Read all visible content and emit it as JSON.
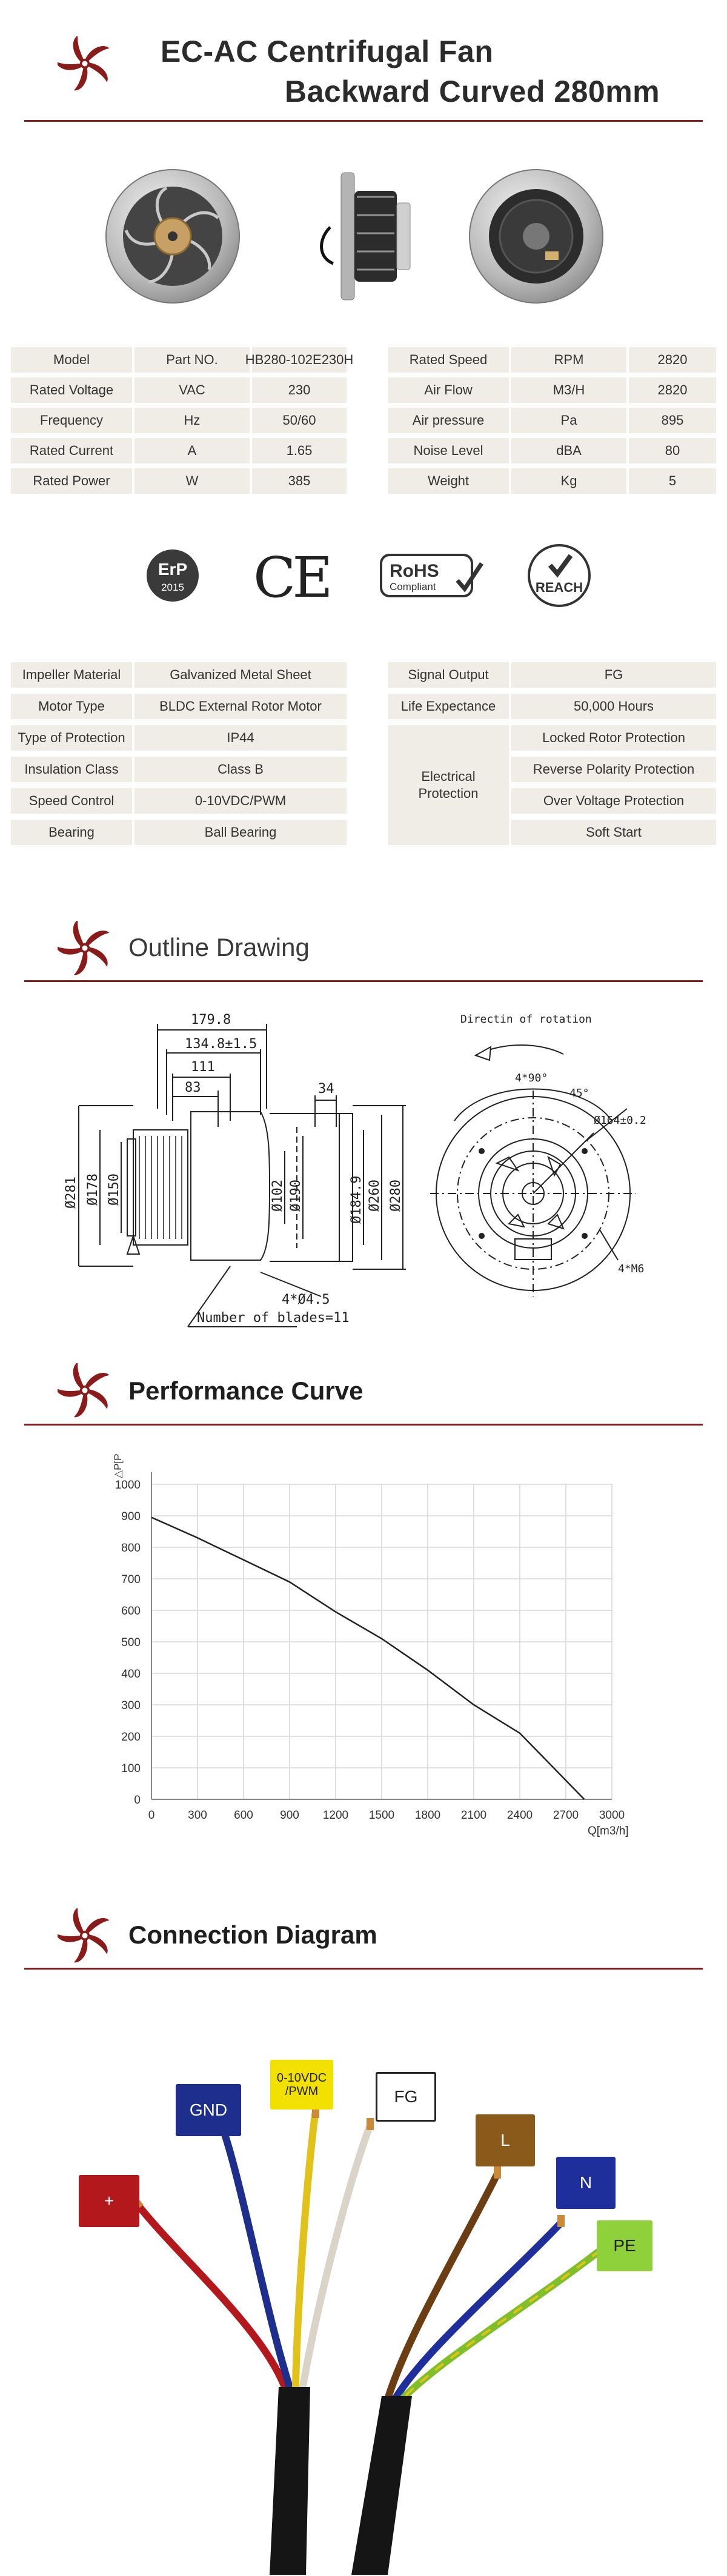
{
  "header": {
    "title_line1": "EC-AC Centrifugal Fan",
    "title_line2": "Backward Curved 280mm"
  },
  "spec_table_1": {
    "left": [
      [
        "Model",
        "Part NO.",
        "HB280-102E230H"
      ],
      [
        "Rated Voltage",
        "VAC",
        "230"
      ],
      [
        "Frequency",
        "Hz",
        "50/60"
      ],
      [
        "Rated Current",
        "A",
        "1.65"
      ],
      [
        "Rated Power",
        "W",
        "385"
      ]
    ],
    "right": [
      [
        "Rated Speed",
        "RPM",
        "2820"
      ],
      [
        "Air Flow",
        "M3/H",
        "2820"
      ],
      [
        "Air pressure",
        "Pa",
        "895"
      ],
      [
        "Noise Level",
        "dBA",
        "80"
      ],
      [
        "Weight",
        "Kg",
        "5"
      ]
    ]
  },
  "certifications": {
    "erp": "ErP",
    "erp_year": "2015",
    "ce": "CE",
    "rohs": "RoHS",
    "rohs_sub": "Compliant",
    "reach": "REACH"
  },
  "spec_table_2": {
    "left": [
      [
        "Impeller Material",
        "Galvanized Metal Sheet"
      ],
      [
        "Motor Type",
        "BLDC External Rotor Motor"
      ],
      [
        "Type of Protection",
        "IP44"
      ],
      [
        "Insulation Class",
        "Class B"
      ],
      [
        "Speed Control",
        "0-10VDC/PWM"
      ],
      [
        "Bearing",
        "Ball Bearing"
      ]
    ],
    "right_top": [
      [
        "Signal Output",
        "FG"
      ],
      [
        "Life Expectance",
        "50,000 Hours"
      ]
    ],
    "electrical_label": "Electrical Protection",
    "electrical_items": [
      "Locked Rotor Protection",
      "Reverse Polarity Protection",
      "Over Voltage Protection",
      "Soft Start"
    ]
  },
  "outline": {
    "section_title": "Outline Drawing",
    "dims": {
      "d179": "179.8",
      "d134": "134.8±1.5",
      "d111": "111",
      "d83": "83",
      "d34": "34",
      "d281": "Ø281",
      "d178": "Ø178",
      "d150": "Ø150",
      "d102": "Ø102",
      "d190": "Ø190",
      "d184": "Ø184.9",
      "d260": "Ø260",
      "d280": "Ø280",
      "holes": "4*Ø4.5",
      "blades": "Number of blades=11",
      "rotation": "Directin of rotation",
      "angle1": "4*90°",
      "angle2": "45°",
      "pcd": "Ø164±0.2",
      "m6": "4*M6"
    }
  },
  "performance": {
    "section_title": "Performance Curve"
  },
  "chart_data": {
    "type": "line",
    "title": "",
    "xlabel": "Q[m3/h]",
    "ylabel": "△P[Pa]",
    "xlim": [
      0,
      3000
    ],
    "ylim": [
      0,
      1000
    ],
    "xticks": [
      0,
      300,
      600,
      900,
      1200,
      1500,
      1800,
      2100,
      2400,
      2700,
      3000
    ],
    "yticks": [
      0,
      100,
      200,
      300,
      400,
      500,
      600,
      700,
      800,
      900,
      1000
    ],
    "grid": true,
    "series": [
      {
        "x": [
          0,
          300,
          600,
          900,
          1200,
          1500,
          1800,
          2100,
          2400,
          2600,
          2820
        ],
        "y": [
          895,
          830,
          760,
          690,
          595,
          510,
          410,
          300,
          210,
          110,
          0
        ]
      }
    ]
  },
  "connection": {
    "section_title": "Connection Diagram",
    "labels": {
      "plus": "+",
      "gnd": "GND",
      "ctrl": "0-10VDC /PWM",
      "fg": "FG",
      "l": "L",
      "n": "N",
      "pe": "PE"
    },
    "colors": {
      "plus": "#b3191c",
      "gnd": "#1e2e8c",
      "ctrl": "#f2e000",
      "fg": "#ffffff",
      "l": "#8a5a1a",
      "n": "#1e2e9a",
      "pe": "#8fd13a"
    }
  }
}
